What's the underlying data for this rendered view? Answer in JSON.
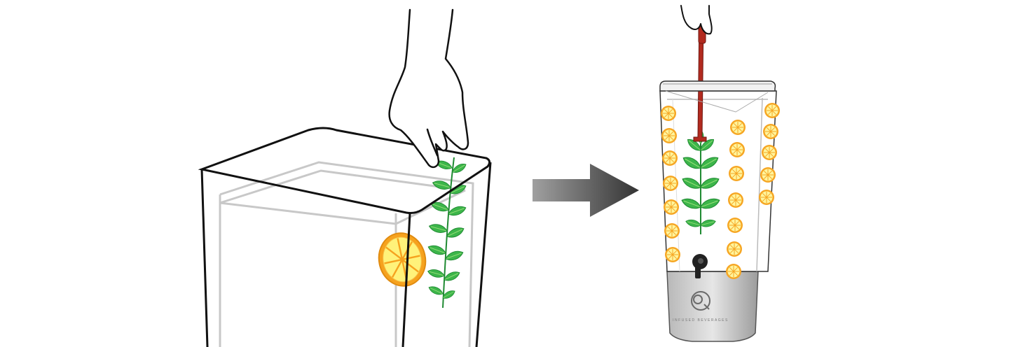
{
  "illustration": {
    "left_panel": {
      "caption": "",
      "fruit": "lemon-slice",
      "herb": "mint-sprig"
    },
    "arrow": {
      "direction": "right"
    },
    "right_panel": {
      "caption": "",
      "dispenser_base_brand": "INFUSED BEVERAGES"
    }
  },
  "colors": {
    "outline": "#111111",
    "inner_outline": "#c8c8c8",
    "lemon_rind": "#f0a11a",
    "lemon_flesh": "#fff176",
    "mint": "#3cb54a",
    "mint_dark": "#1f8a32",
    "stick": "#b22a1f",
    "arrow_light": "#9a9a9a",
    "arrow_dark": "#3a3a3a",
    "base_metal": "#cfcfcf"
  }
}
